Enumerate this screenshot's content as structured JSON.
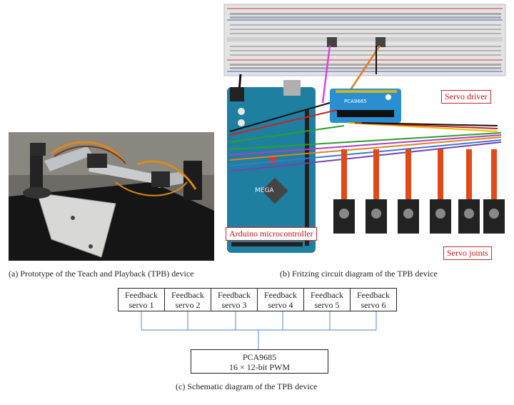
{
  "panel_a": {
    "caption": "(a)  Prototype of the Teach and Playback (TPB) device"
  },
  "panel_b": {
    "caption": "(b)  Fritzing circuit diagram of the TPB device",
    "labels": {
      "servo_driver": "Servo driver",
      "arduino": "Arduino microcontroller",
      "servo_joints": "Servo joints"
    }
  },
  "panel_c": {
    "caption": "(c)  Schematic diagram of the TPB device",
    "servos": [
      {
        "line1": "Feedback",
        "line2": "servo 1"
      },
      {
        "line1": "Feedback",
        "line2": "servo 2"
      },
      {
        "line1": "Feedback",
        "line2": "servo 3"
      },
      {
        "line1": "Feedback",
        "line2": "servo 4"
      },
      {
        "line1": "Feedback",
        "line2": "servo 5"
      },
      {
        "line1": "Feedback",
        "line2": "servo 6"
      }
    ],
    "controller": {
      "line1": "PCA9685",
      "line2": "16 × 12-bit PWM"
    }
  },
  "colors": {
    "arduino_blue": "#1f7fa0",
    "driver_blue": "#2a8fd0",
    "label_red": "#c0151b",
    "connector_blue": "#6a9fd8"
  }
}
